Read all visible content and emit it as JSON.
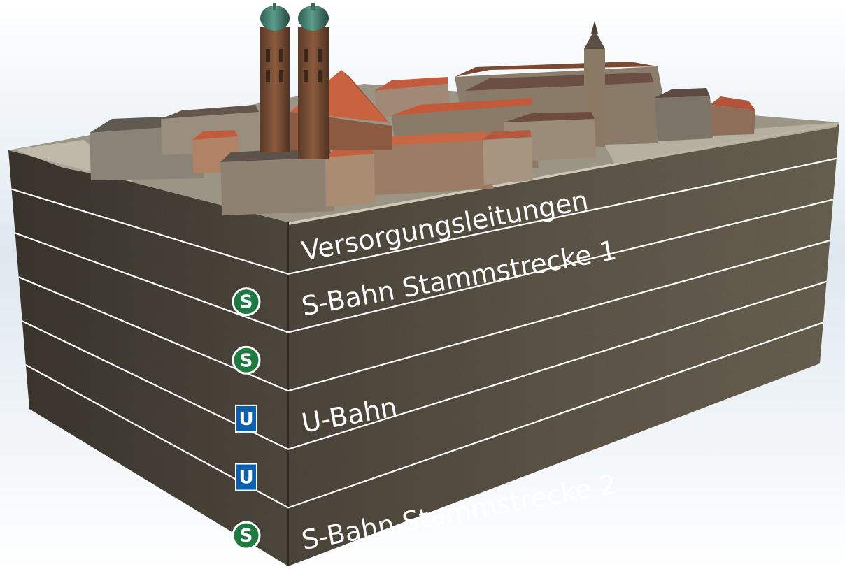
{
  "layers": [
    {
      "label": "Versorgungsleitungen",
      "badge": ""
    },
    {
      "label": "S-Bahn Stammstrecke 1",
      "badge": "S"
    },
    {
      "label": "",
      "badge": "S"
    },
    {
      "label": "U-Bahn",
      "badge": "U"
    },
    {
      "label": "",
      "badge": "U"
    },
    {
      "label": "S-Bahn Stammstrecke 2",
      "badge": "S"
    }
  ],
  "colors": {
    "sbahn_green": "#1e7a40",
    "ubahn_blue": "#0a5fae",
    "soil": "#5a5346",
    "divider": "#ffffff",
    "roof": "#c4593a",
    "dome": "#3f7c6c"
  }
}
